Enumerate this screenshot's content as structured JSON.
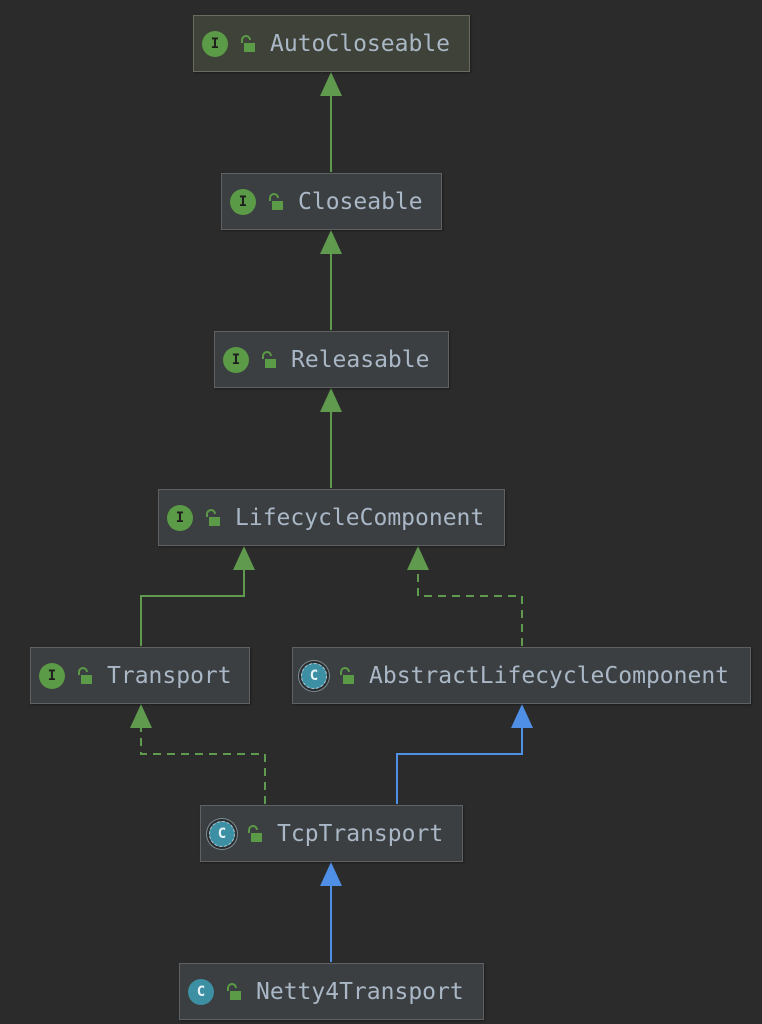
{
  "nodes": [
    {
      "id": "autocloseable",
      "kind_glyph": "I",
      "label": "AutoCloseable"
    },
    {
      "id": "closeable",
      "kind_glyph": "I",
      "label": "Closeable"
    },
    {
      "id": "releasable",
      "kind_glyph": "I",
      "label": "Releasable"
    },
    {
      "id": "lifecyclecomponent",
      "kind_glyph": "I",
      "label": "LifecycleComponent"
    },
    {
      "id": "transport",
      "kind_glyph": "I",
      "label": "Transport"
    },
    {
      "id": "abstractlifecyclecomponent",
      "kind_glyph": "C",
      "label": "AbstractLifecycleComponent"
    },
    {
      "id": "tcptransport",
      "kind_glyph": "C",
      "label": "TcpTransport"
    },
    {
      "id": "netty4transport",
      "kind_glyph": "C",
      "label": "Netty4Transport"
    }
  ],
  "colors": {
    "background": "#2b2b2b",
    "interface_badge": "#5b9a46",
    "class_badge": "#3d8fa3",
    "interface_edge": "#5f9a4e",
    "class_edge": "#4f8fe6",
    "text": "#a9b7c6"
  },
  "icons": {
    "interface": "interface-icon",
    "class": "class-icon",
    "abstract_class": "abstract-class-icon",
    "visibility": "unlocked-icon"
  }
}
